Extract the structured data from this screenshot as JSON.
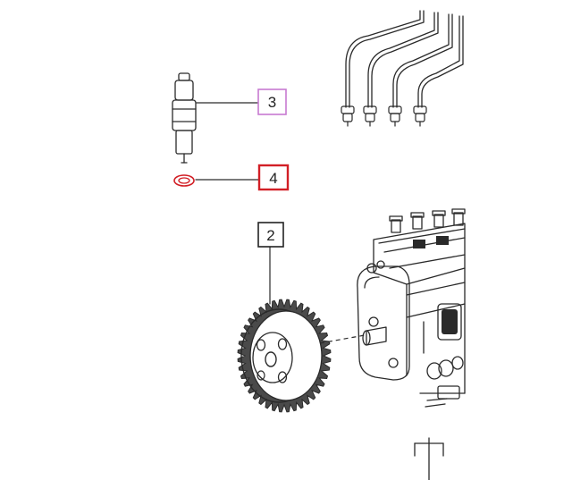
{
  "callouts": [
    {
      "id": "3",
      "label": "3",
      "color": "#c77ad1",
      "part": "injector-nozzle"
    },
    {
      "id": "4",
      "label": "4",
      "color": "#d21f26",
      "part": "sealing-washer"
    },
    {
      "id": "2",
      "label": "2",
      "color": "#222222",
      "part": "pump-drive-gear"
    }
  ],
  "colors": {
    "line_art": "#2a2a2a",
    "washer": "#d21f26",
    "background": "#ffffff"
  }
}
